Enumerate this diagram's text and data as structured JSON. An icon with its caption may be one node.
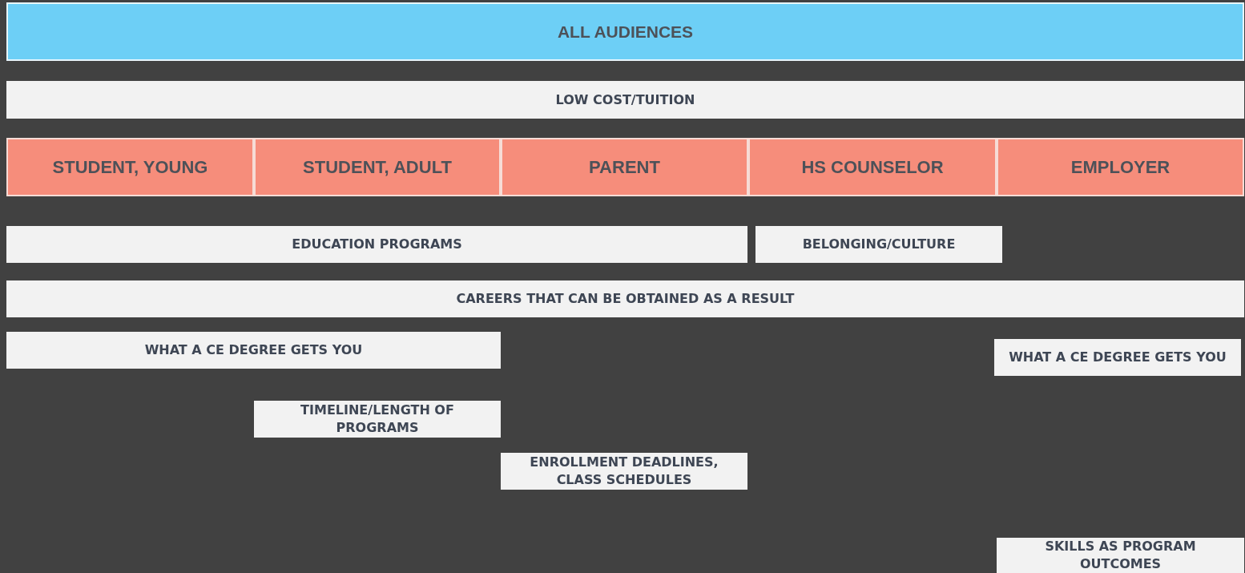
{
  "diagram": {
    "nodes": [
      {
        "text": [
          "ALL AUDIENCES"
        ]
      },
      {
        "text": [
          "LOW COST/TUITION"
        ]
      },
      {
        "text": [
          "STUDENT, YOUNG"
        ]
      },
      {
        "text": [
          "STUDENT, ADULT"
        ]
      },
      {
        "text": [
          "PARENT"
        ]
      },
      {
        "text": [
          "HS COUNSELOR"
        ]
      },
      {
        "text": [
          "EMPLOYER"
        ]
      },
      {
        "text": [
          "EDUCATION PROGRAMS"
        ]
      },
      {
        "text": [
          "BELONGING/CULTURE"
        ]
      },
      {
        "text": [
          "CAREERS THAT CAN BE OBTAINED AS A RESULT"
        ]
      },
      {
        "text": [
          "WHAT A CE DEGREE GETS YOU"
        ]
      },
      {
        "text": [
          "WHAT A CE DEGREE GETS YOU"
        ]
      },
      {
        "text": [
          "TIMELINE/LENGTH OF PROGRAMS"
        ]
      },
      {
        "text": [
          "ENROLLMENT DEADLINES, CLASS SCHEDULES"
        ]
      },
      {
        "text": [
          "SKILLS AS PROGRAM OUTCOMES"
        ]
      }
    ]
  }
}
